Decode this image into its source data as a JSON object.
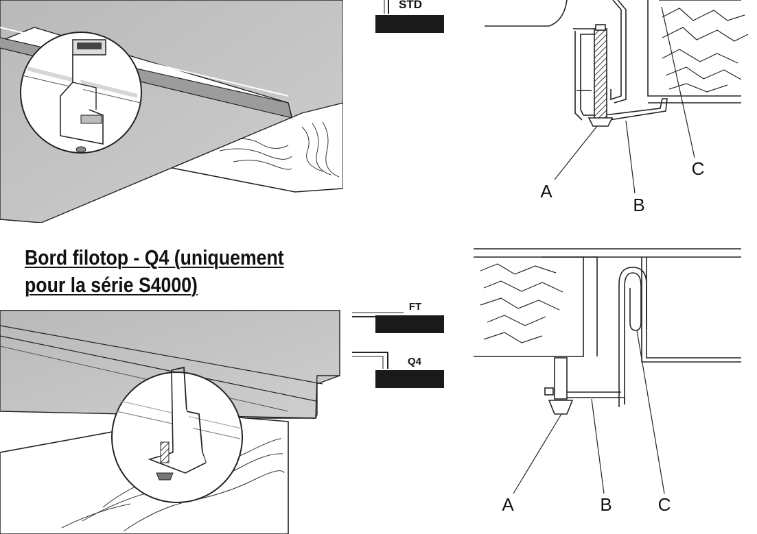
{
  "heading": {
    "line1": "Bord filotop - Q4 (uniquement",
    "line2": "pour la série S4000)"
  },
  "legend_top": {
    "std_label": "STD"
  },
  "legend_bottom": {
    "ft_label": "FT",
    "q4_label": "Q4"
  },
  "callouts_top": {
    "a": "A",
    "b": "B",
    "c": "C"
  },
  "callouts_bottom": {
    "a": "A",
    "b": "B",
    "c": "C"
  }
}
